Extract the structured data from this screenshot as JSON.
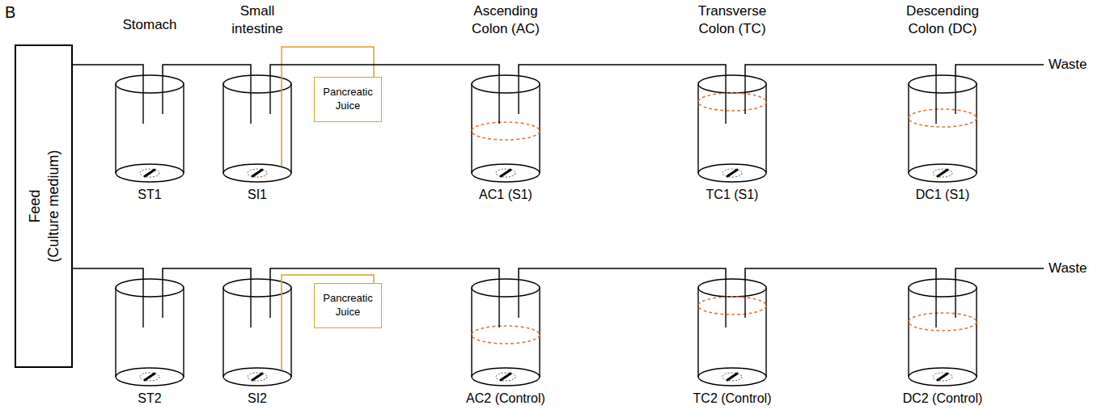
{
  "diagram": {
    "nodes": [
      {
        "text": [
          "Feed",
          "(Culture medium)"
        ]
      },
      {
        "text": [
          "ST1"
        ]
      },
      {
        "text": [
          "SI1"
        ]
      },
      {
        "text": [
          "Pancreatic Juice"
        ]
      },
      {
        "text": [
          "AC1 (S1)"
        ]
      },
      {
        "text": [
          "TC1 (S1)"
        ]
      },
      {
        "text": [
          "DC1 (S1)"
        ]
      },
      {
        "text": [
          "ST2"
        ]
      },
      {
        "text": [
          "SI2"
        ]
      },
      {
        "text": [
          "Pancreatic Juice"
        ]
      },
      {
        "text": [
          "AC2 (Control)"
        ]
      },
      {
        "text": [
          "TC2 (Control)"
        ]
      },
      {
        "text": [
          "DC2 (Control)"
        ]
      }
    ],
    "edges": [
      {
        "from": 0,
        "to": 1,
        "arrow": "none"
      },
      {
        "from": 1,
        "to": 2,
        "arrow": "none"
      },
      {
        "from": 3,
        "to": 2,
        "arrow": "none"
      },
      {
        "from": 2,
        "to": 4,
        "arrow": "none"
      },
      {
        "from": 4,
        "to": 5,
        "arrow": "none"
      },
      {
        "from": 5,
        "to": 6,
        "arrow": "none"
      },
      {
        "from": 0,
        "to": 7,
        "arrow": "none"
      },
      {
        "from": 7,
        "to": 8,
        "arrow": "none"
      },
      {
        "from": 9,
        "to": 8,
        "arrow": "none"
      },
      {
        "from": 8,
        "to": 10,
        "arrow": "none"
      },
      {
        "from": 10,
        "to": 11,
        "arrow": "none"
      },
      {
        "from": 11,
        "to": 12,
        "arrow": "none"
      }
    ],
    "labels": [
      "B",
      "Stomach",
      "Small intestine",
      "Ascending Colon (AC)",
      "Transverse Colon (TC)",
      "Descending Colon (DC)",
      "Waste",
      "Waste"
    ]
  }
}
